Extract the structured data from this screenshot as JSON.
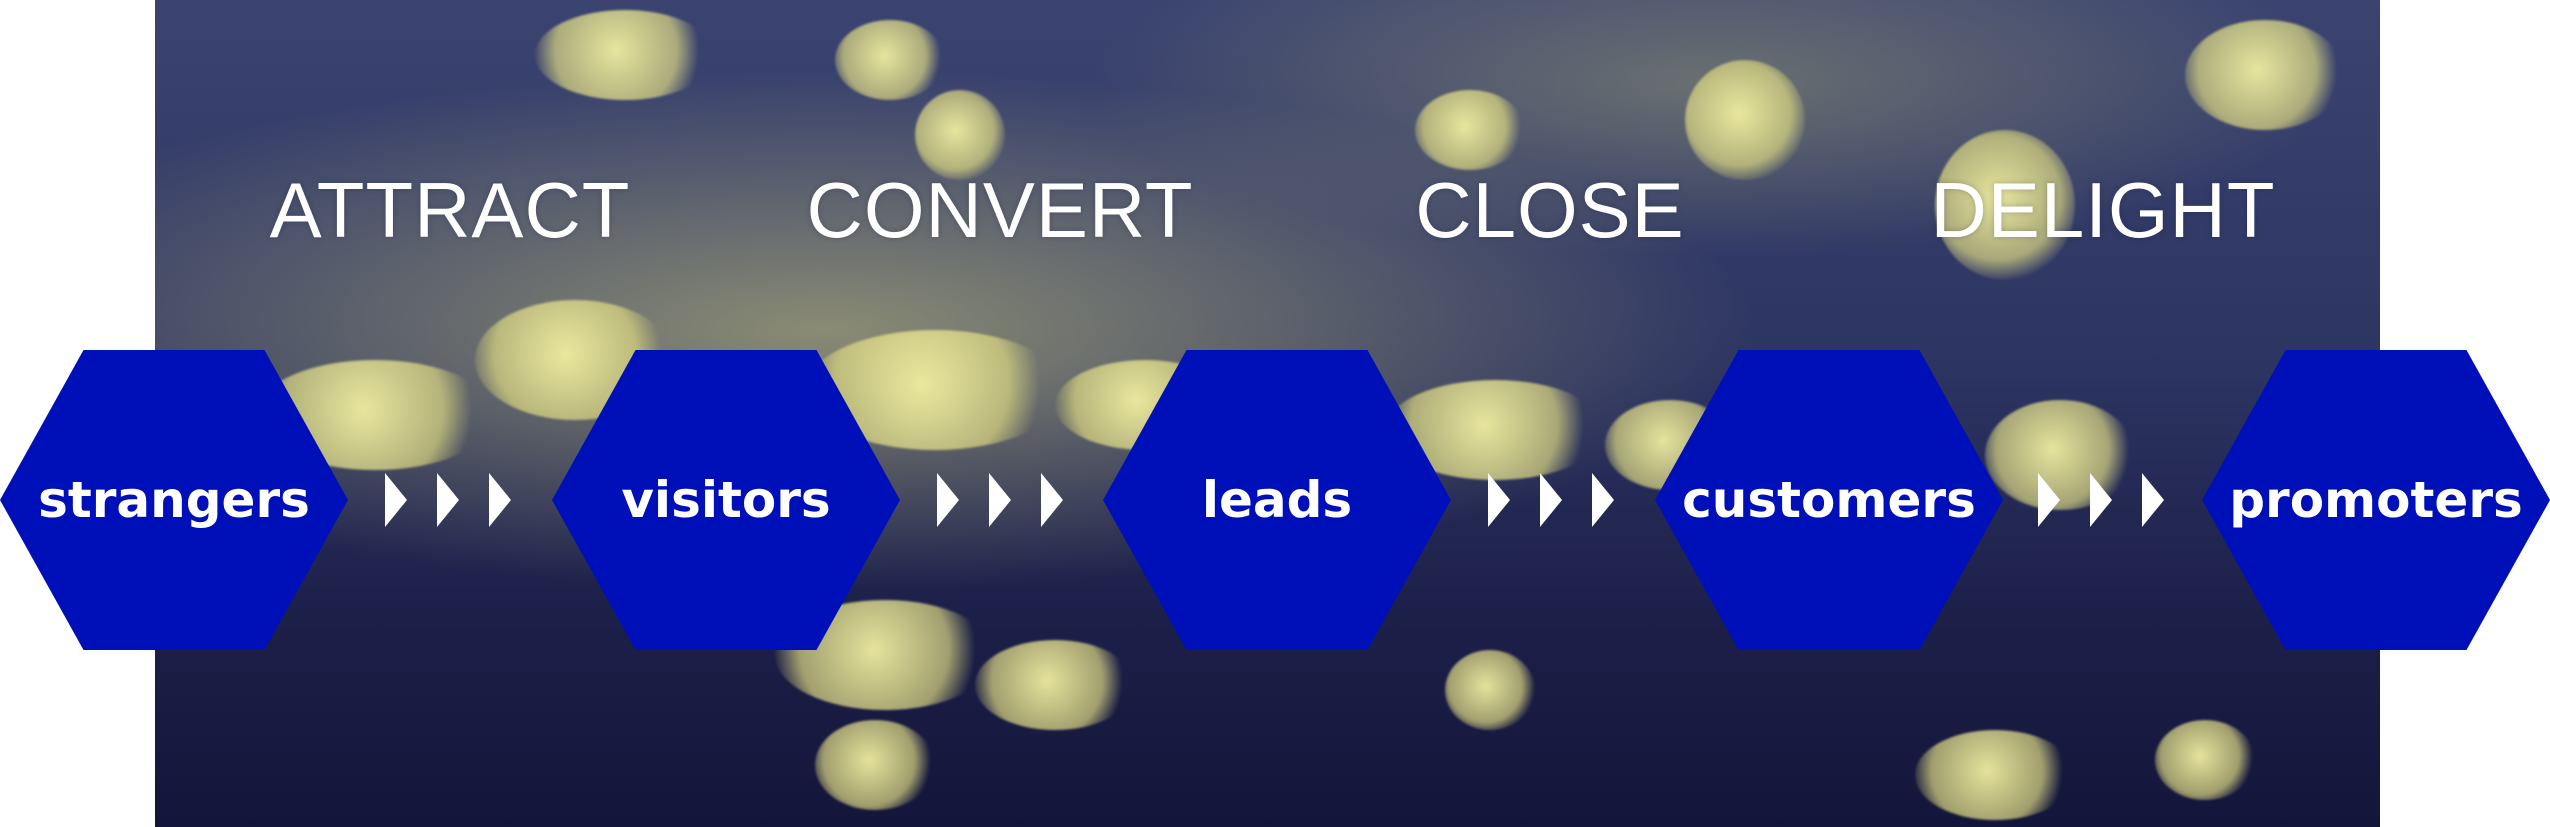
{
  "stages": [
    "ATTRACT",
    "CONVERT",
    "CLOSE",
    "DELIGHT"
  ],
  "nodes": [
    "strangers",
    "visitors",
    "leads",
    "customers",
    "promoters"
  ],
  "colors": {
    "hexagon": "#0010b8",
    "text": "#ffffff",
    "arrow": "#ffffff"
  }
}
